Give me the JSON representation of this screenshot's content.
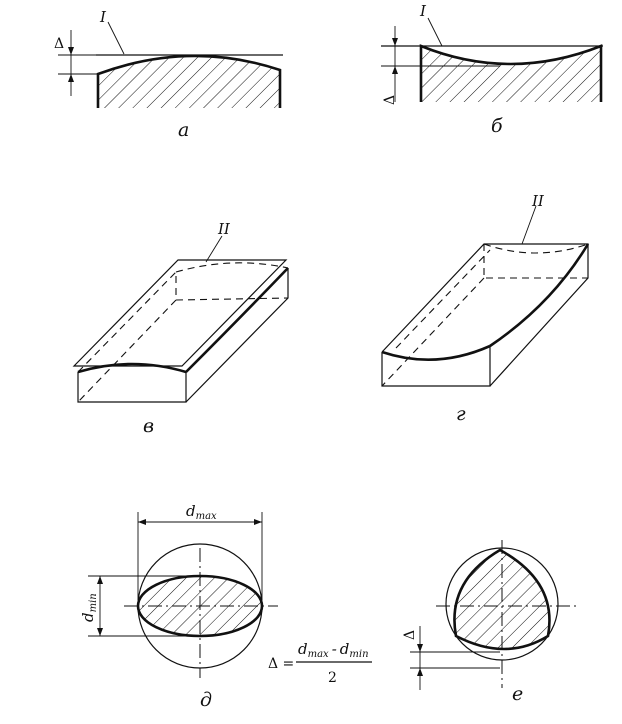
{
  "captions": {
    "a": "а",
    "b": "б",
    "v": "в",
    "g": "г",
    "d": "д",
    "e": "е"
  },
  "labels": {
    "surface_1": "I",
    "surface_2": "II"
  },
  "symbols": {
    "delta": "Δ",
    "d_max": "d",
    "d_max_sub": "max",
    "d_min": "d",
    "d_min_sub": "min"
  },
  "formula": {
    "lhs": "Δ =",
    "num_a": "d",
    "num_a_sub": "max",
    "minus": "-",
    "num_b": "d",
    "num_b_sub": "min",
    "den": "2"
  }
}
